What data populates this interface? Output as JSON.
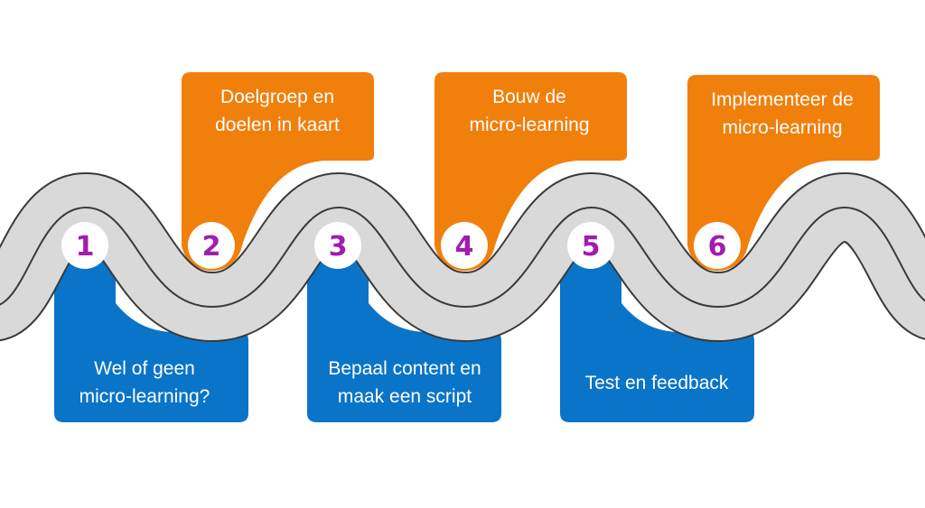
{
  "colors": {
    "road": "#d9d9d9",
    "road_edge": "#3a3a3a",
    "blue": "#0a74c9",
    "orange": "#f17f0c",
    "number": "#a21caf",
    "circle": "#ffffff"
  },
  "steps": [
    {
      "number": "1",
      "line1": "Wel of geen",
      "line2": "micro-learning?",
      "color": "blue"
    },
    {
      "number": "2",
      "line1": "Doelgroep en",
      "line2": "doelen in kaart",
      "color": "orange"
    },
    {
      "number": "3",
      "line1": "Bepaal content en",
      "line2": "maak een script",
      "color": "blue"
    },
    {
      "number": "4",
      "line1": "Bouw de",
      "line2": "micro-learning",
      "color": "orange"
    },
    {
      "number": "5",
      "line1": "Test en feedback",
      "line2": "",
      "color": "blue"
    },
    {
      "number": "6",
      "line1": "Implementeer de",
      "line2": "micro-learning",
      "color": "orange"
    }
  ]
}
